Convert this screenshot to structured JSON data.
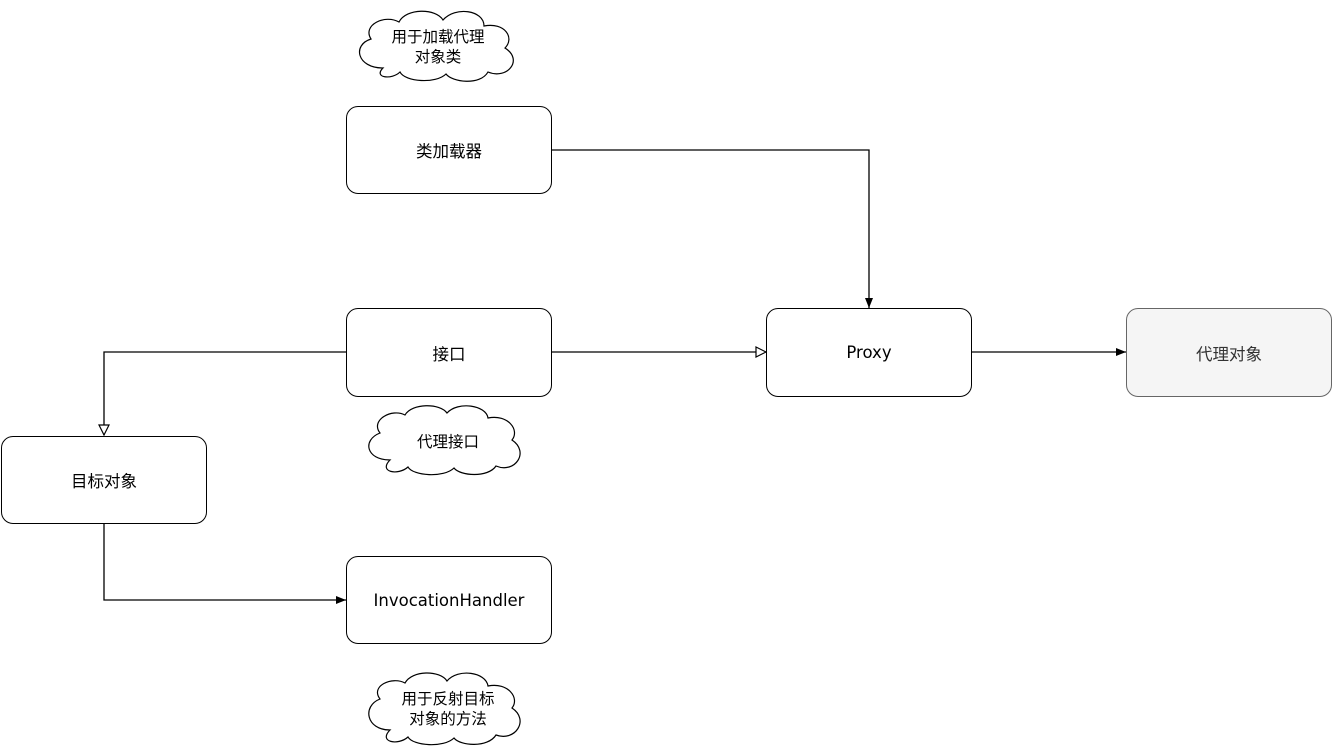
{
  "diagram": {
    "nodes": {
      "class_loader": "类加载器",
      "interface": "接口",
      "target_object": "目标对象",
      "invocation_handler": "InvocationHandler",
      "proxy": "Proxy",
      "proxy_object": "代理对象"
    },
    "notes": {
      "class_loader_note": "用于加载代理\n对象类",
      "interface_note": "代理接口",
      "handler_note": "用于反射目标\n对象的方法"
    },
    "edges": [
      {
        "from": "类加载器",
        "to": "Proxy",
        "arrow": "filled"
      },
      {
        "from": "接口",
        "to": "Proxy",
        "arrow": "hollow"
      },
      {
        "from": "接口",
        "to": "目标对象",
        "arrow": "hollow"
      },
      {
        "from": "目标对象",
        "to": "InvocationHandler",
        "arrow": "filled"
      },
      {
        "from": "Proxy",
        "to": "代理对象",
        "arrow": "filled"
      }
    ],
    "colors": {
      "stroke": "#000000",
      "result_fill": "#f5f5f5",
      "result_stroke": "#666666"
    }
  }
}
